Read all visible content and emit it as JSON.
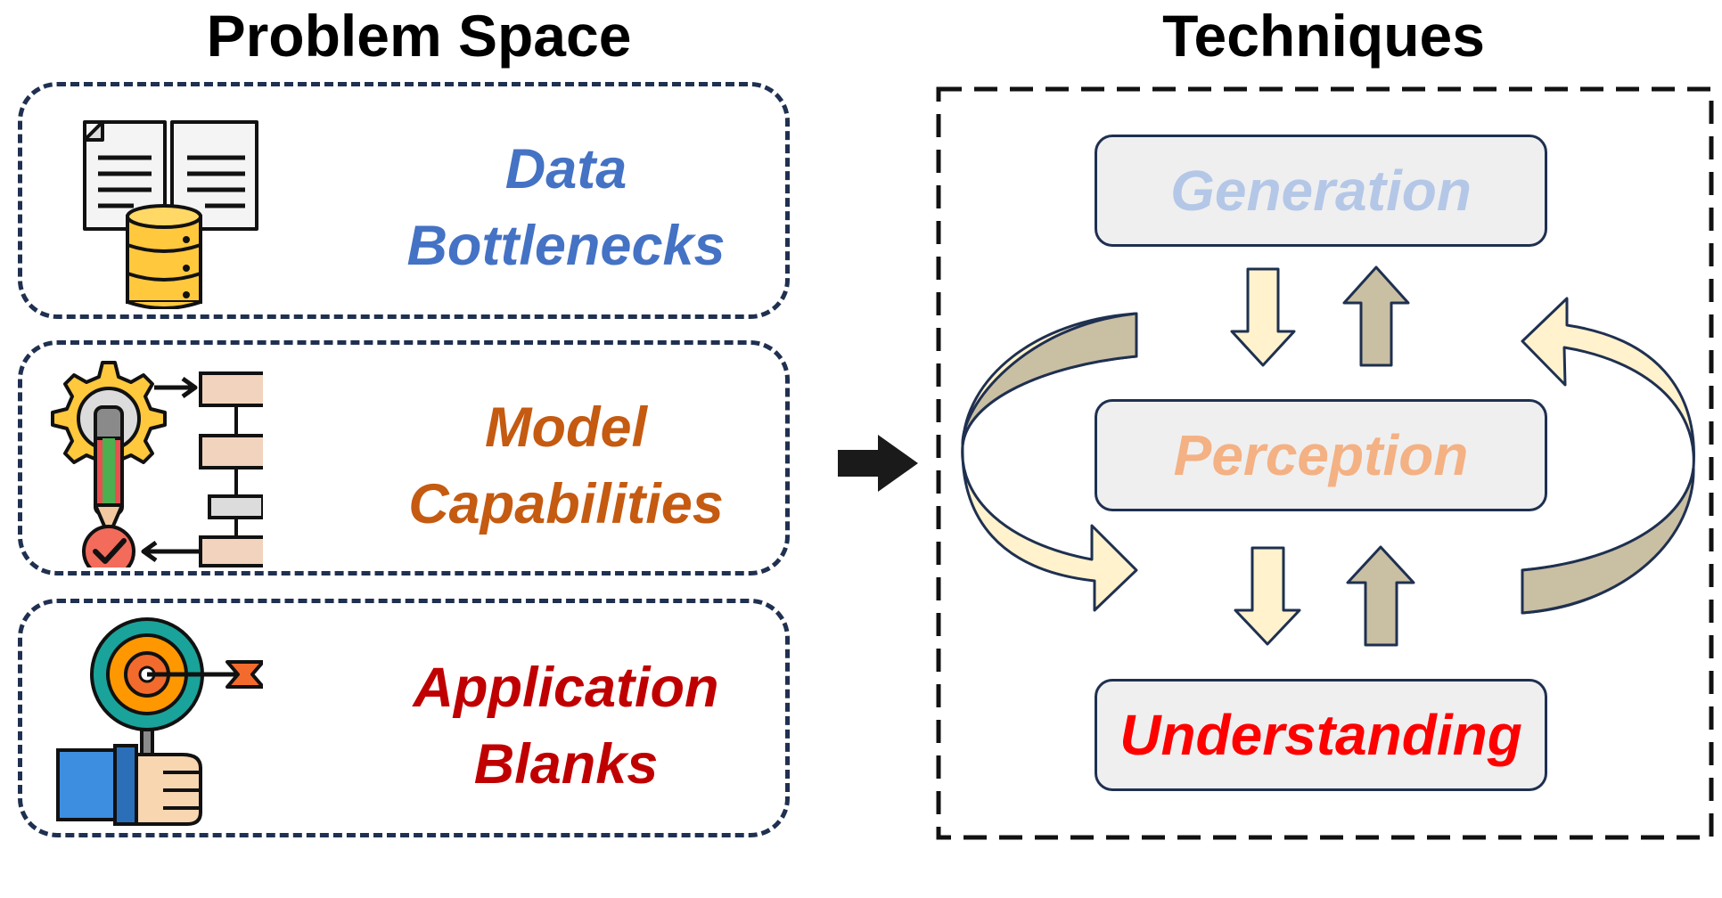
{
  "titles": {
    "problem_space": "Problem Space",
    "techniques": "Techniques"
  },
  "problems": [
    {
      "line1": "Data",
      "line2": "Bottlenecks",
      "color": "#4472c4",
      "icon": "document-database-icon"
    },
    {
      "line1": "Model",
      "line2": "Capabilities",
      "color": "#c55a11",
      "icon": "gear-flowchart-icon"
    },
    {
      "line1": "Application",
      "line2": "Blanks",
      "color": "#c00000",
      "icon": "target-hand-icon"
    }
  ],
  "techniques": [
    {
      "label": "Generation",
      "color": "#b4c7e7"
    },
    {
      "label": "Perception",
      "color": "#f4b183"
    },
    {
      "label": "Understanding",
      "color": "#ff0000"
    }
  ],
  "colors": {
    "dashed_border": "#1f3050",
    "arrow_light": "#fff2cc",
    "arrow_dark": "#c9bfa3",
    "box_fill": "#efeff0"
  }
}
